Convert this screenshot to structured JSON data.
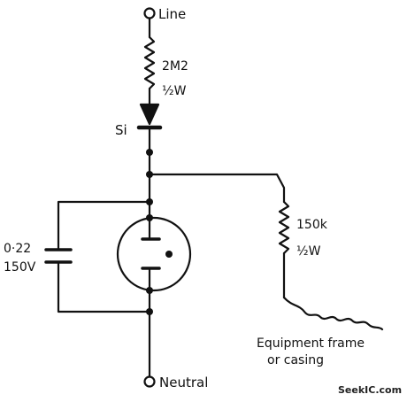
{
  "diagram": {
    "terminals": {
      "line": "Line",
      "neutral": "Neutral"
    },
    "resistor_top": {
      "value": "2M2",
      "rating": "½W"
    },
    "diode": {
      "label": "Si"
    },
    "capacitor": {
      "value": "0·22",
      "voltage": "150V"
    },
    "resistor_right": {
      "value": "150k",
      "rating": "½W"
    },
    "load": {
      "line1": "Equipment frame",
      "line2": "or casing"
    },
    "watermark": "SeekIC.com"
  }
}
